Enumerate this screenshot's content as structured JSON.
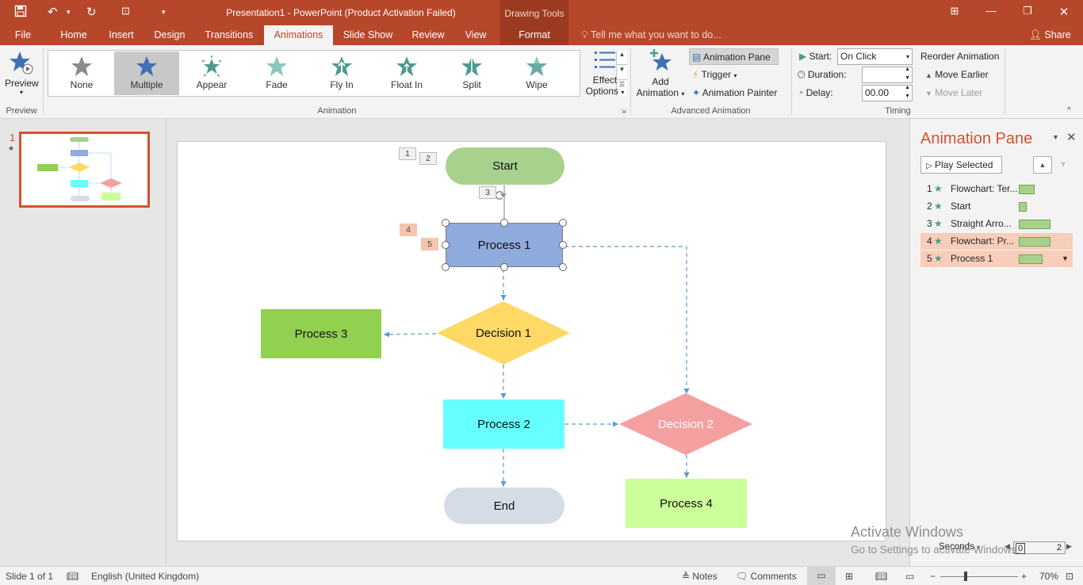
{
  "window": {
    "title": "Presentation1 - PowerPoint (Product Activation Failed)",
    "context_group": "Drawing Tools"
  },
  "tabs": [
    {
      "label": "File"
    },
    {
      "label": "Home"
    },
    {
      "label": "Insert"
    },
    {
      "label": "Design"
    },
    {
      "label": "Transitions"
    },
    {
      "label": "Animations"
    },
    {
      "label": "Slide Show"
    },
    {
      "label": "Review"
    },
    {
      "label": "View"
    },
    {
      "label": "Format"
    }
  ],
  "tellme": "Tell me what you want to do...",
  "share": "Share",
  "ribbon": {
    "preview_label": "Preview",
    "preview_group": "Preview",
    "animation_group": "Animation",
    "gallery": [
      {
        "label": "None"
      },
      {
        "label": "Multiple"
      },
      {
        "label": "Appear"
      },
      {
        "label": "Fade"
      },
      {
        "label": "Fly In"
      },
      {
        "label": "Float In"
      },
      {
        "label": "Split"
      },
      {
        "label": "Wipe"
      }
    ],
    "effect_options": [
      "Effect",
      "Options"
    ],
    "add_animation": [
      "Add",
      "Animation"
    ],
    "animation_pane": "Animation Pane",
    "trigger": "Trigger",
    "animation_painter": "Animation Painter",
    "advanced_group": "Advanced Animation",
    "start_label": "Start:",
    "start_value": "On Click",
    "duration_label": "Duration:",
    "duration_value": "",
    "delay_label": "Delay:",
    "delay_value": "00.00",
    "timing_group": "Timing",
    "reorder_label": "Reorder Animation",
    "move_earlier": "Move Earlier",
    "move_later": "Move Later"
  },
  "thumbnails": [
    {
      "number": "1",
      "star": "★"
    }
  ],
  "slide": {
    "tags": [
      "1",
      "2",
      "3",
      "4",
      "5"
    ],
    "shapes": {
      "start": "Start",
      "process1": "Process 1",
      "decision1": "Decision 1",
      "process3": "Process 3",
      "process2": "Process 2",
      "decision2": "Decision 2",
      "end": "End",
      "process4": "Process 4"
    }
  },
  "anim_pane": {
    "title": "Animation Pane",
    "play_selected": "Play Selected",
    "items": [
      {
        "num": "1",
        "label": "Flowchart: Ter..."
      },
      {
        "num": "2",
        "label": "Start"
      },
      {
        "num": "3",
        "label": "Straight Arro..."
      },
      {
        "num": "4",
        "label": "Flowchart: Pr..."
      },
      {
        "num": "5",
        "label": "Process 1"
      }
    ],
    "seconds_label": "Seconds",
    "seconds_start": "0",
    "seconds_end": "2"
  },
  "watermark": {
    "line1": "Activate Windows",
    "line2": "Go to Settings to activate Windows."
  },
  "status": {
    "slide_info": "Slide 1 of 1",
    "language": "English (United Kingdom)",
    "notes": "Notes",
    "comments": "Comments",
    "zoom": "70%"
  },
  "colors": {
    "accent": "#b7472a",
    "start": "#a9d18e",
    "process1": "#8faadc",
    "decision1": "#ffd966",
    "process3": "#92d050",
    "process2": "#66ffff",
    "decision2": "#f4a0a0",
    "end": "#d6dce5",
    "process4": "#ccff99"
  }
}
